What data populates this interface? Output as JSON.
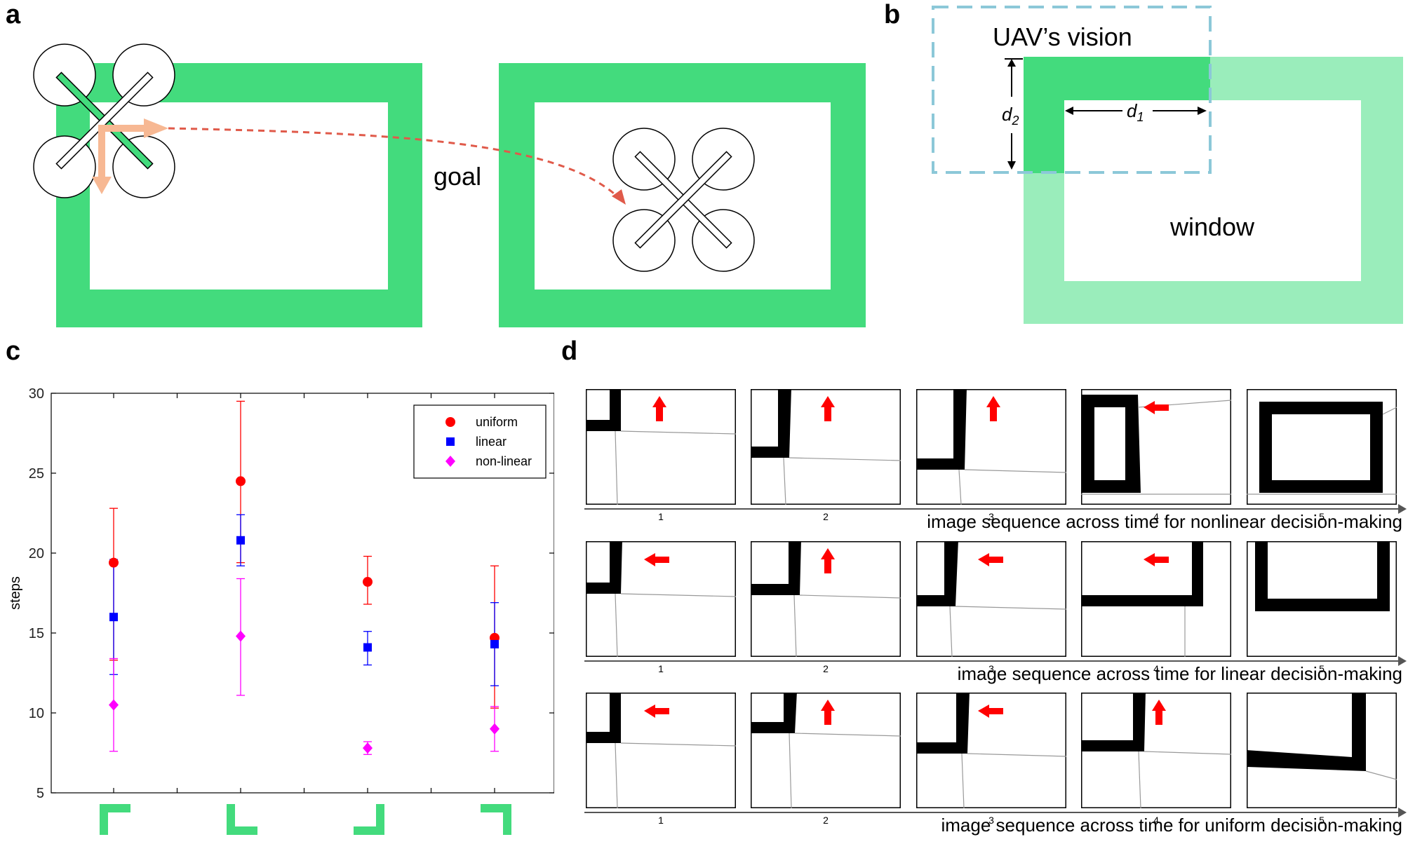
{
  "panels": {
    "a": "a",
    "b": "b",
    "c": "c",
    "d": "d"
  },
  "panel_a": {
    "goal_label": "goal"
  },
  "panel_b": {
    "vision_label": "UAV’s vision",
    "window_label": "window",
    "d1_base": "d",
    "d1_sub": "1",
    "d2_base": "d",
    "d2_sub": "2"
  },
  "colors": {
    "green": "#43db7d",
    "light_green": "#9aedbb",
    "dash_blue": "#8cc8d8",
    "orange": "#f7b893",
    "red_dash": "#e05a4a",
    "red": "#ff0000",
    "blue": "#0000ff",
    "magenta": "#ff00ff"
  },
  "chart_data": {
    "type": "scatter",
    "title": "",
    "xlabel": "",
    "ylabel": "steps",
    "ylim": [
      5,
      30
    ],
    "yticks": [
      5,
      10,
      15,
      20,
      25,
      30
    ],
    "x_categories": [
      "corner-top-left",
      "corner-bottom-left",
      "corner-bottom-right",
      "corner-top-right"
    ],
    "x_category_icons": [
      "corner-top-left-icon",
      "corner-bottom-left-icon",
      "corner-bottom-right-icon",
      "corner-top-right-icon"
    ],
    "legend_position": "top-right",
    "series": [
      {
        "name": "uniform",
        "marker": "circle",
        "color": "#ff0000",
        "values": [
          19.4,
          24.5,
          18.2,
          14.7
        ],
        "err_low": [
          13.3,
          19.4,
          16.8,
          10.3
        ],
        "err_high": [
          22.8,
          29.5,
          19.8,
          19.2
        ]
      },
      {
        "name": "linear",
        "marker": "square",
        "color": "#0000ff",
        "values": [
          16.0,
          20.8,
          14.1,
          14.3
        ],
        "err_low": [
          12.4,
          19.2,
          13.0,
          11.7
        ],
        "err_high": [
          19.6,
          22.4,
          15.1,
          16.9
        ]
      },
      {
        "name": "non-linear",
        "marker": "diamond",
        "color": "#ff00ff",
        "values": [
          10.5,
          14.8,
          7.8,
          9.0
        ],
        "err_low": [
          7.6,
          11.1,
          7.4,
          7.6
        ],
        "err_high": [
          13.4,
          18.4,
          8.2,
          10.4
        ]
      }
    ]
  },
  "panel_d": {
    "rows": [
      {
        "caption": "image sequence across time for nonlinear decision-making",
        "arrows": [
          "up",
          "up",
          "up",
          "left",
          ""
        ]
      },
      {
        "caption": "image sequence across time for linear decision-making",
        "arrows": [
          "left",
          "up",
          "left",
          "left",
          ""
        ]
      },
      {
        "caption": "image sequence across time for uniform decision-making",
        "arrows": [
          "left",
          "up",
          "left",
          "up",
          ""
        ]
      }
    ],
    "frame_numbers": [
      "1",
      "2",
      "3",
      "4",
      "5"
    ]
  }
}
